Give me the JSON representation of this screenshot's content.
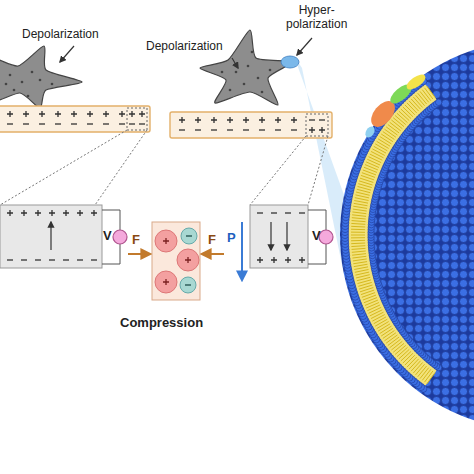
{
  "diagram": {
    "labels": [
      "Depolarization",
      "Hyper- polarization",
      "Depolarization",
      "V",
      "F",
      "F",
      "P",
      "V",
      "Compression"
    ]
  }
}
